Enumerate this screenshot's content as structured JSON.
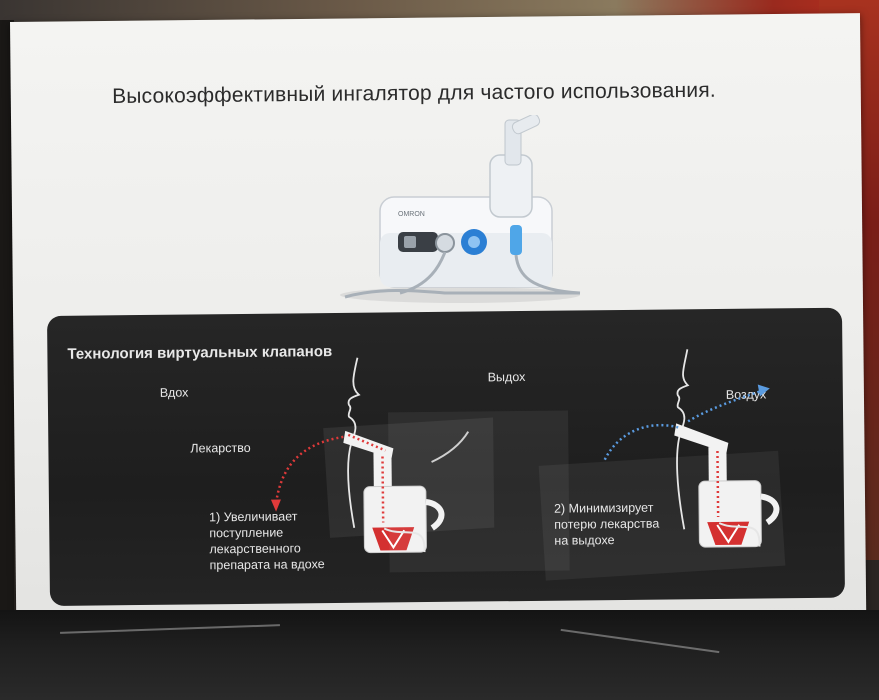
{
  "box": {
    "headline": "Высокоэффективный ингалятор для частого использования.",
    "device_brand": "OMRON"
  },
  "panel": {
    "title": "Технология виртуальных клапанов",
    "inhale_label": "Вдох",
    "exhale_label": "Выдох",
    "medicine_label": "Лекарство",
    "air_label": "Воздух",
    "caption_1": [
      "1) Увеличивает",
      "поступление",
      "лекарственного",
      "препарата на вдохе"
    ],
    "caption_2": [
      "2) Минимизирует",
      "потерю лекарства",
      "на выдохе"
    ]
  },
  "colors": {
    "medicine_arrow": "#e03a3a",
    "air_arrow": "#5a9be0",
    "panel_bg": "#222222"
  }
}
